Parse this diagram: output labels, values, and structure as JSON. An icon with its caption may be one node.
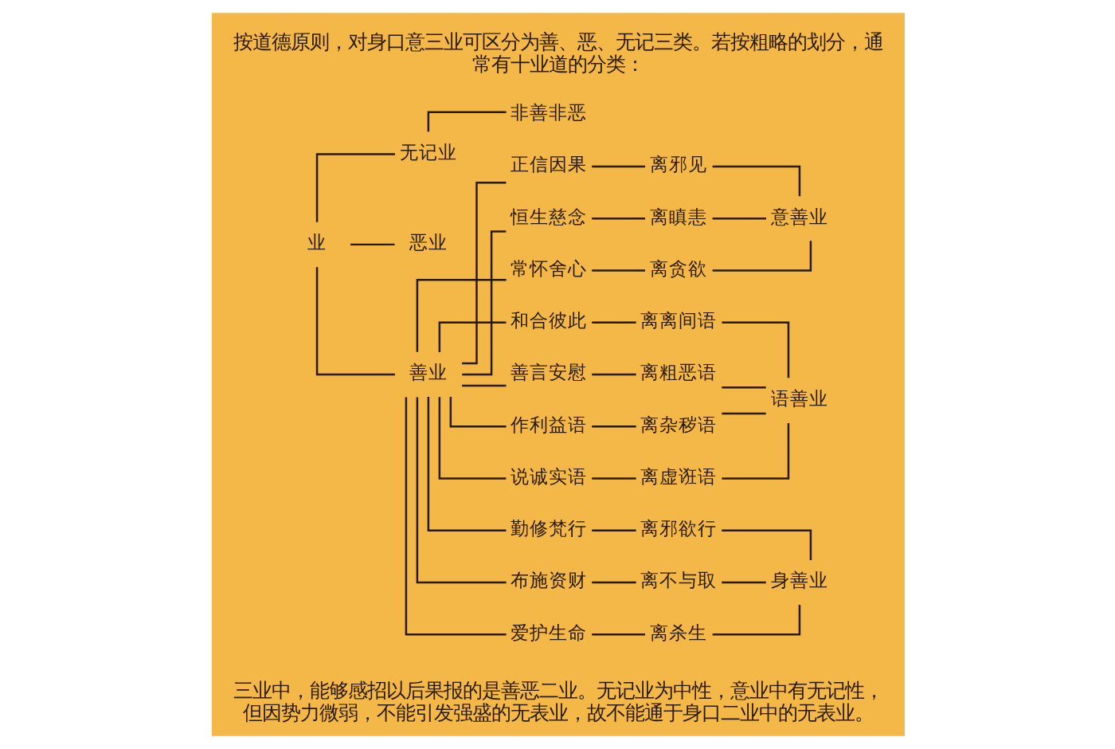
{
  "diagram": {
    "title": "按道德原则，对身口意三业可区分为善、恶、无记三类。若按粗略的划分，通常有十业道的分类：",
    "caption": "三业中，能够感招以后果报的是善恶二业。无记业为中性，意业中有无记性，但因势力微弱，不能引发强盛的无表业，故不能通于身口二业中的无表业。",
    "nodes": [
      {
        "text": [
          "业"
        ]
      },
      {
        "text": [
          "善业"
        ]
      },
      {
        "text": [
          "恶业"
        ]
      },
      {
        "text": [
          "无记业"
        ]
      },
      {
        "text": [
          "非善非恶"
        ]
      },
      {
        "text": [
          "爱护生命"
        ]
      },
      {
        "text": [
          "布施资财"
        ]
      },
      {
        "text": [
          "勤修梵行"
        ]
      },
      {
        "text": [
          "说诚实语"
        ]
      },
      {
        "text": [
          "作利益语"
        ]
      },
      {
        "text": [
          "善言安慰"
        ]
      },
      {
        "text": [
          "和合彼此"
        ]
      },
      {
        "text": [
          "常怀舍心"
        ]
      },
      {
        "text": [
          "恒生慈念"
        ]
      },
      {
        "text": [
          "正信因果"
        ]
      },
      {
        "text": [
          "离杀生"
        ]
      },
      {
        "text": [
          "离不与取"
        ]
      },
      {
        "text": [
          "离邪欲行"
        ]
      },
      {
        "text": [
          "离虚诳语"
        ]
      },
      {
        "text": [
          "离杂秽语"
        ]
      },
      {
        "text": [
          "离粗恶语"
        ]
      },
      {
        "text": [
          "离离间语"
        ]
      },
      {
        "text": [
          "离贪欲"
        ]
      },
      {
        "text": [
          "离瞋恚"
        ]
      },
      {
        "text": [
          "离邪见"
        ]
      },
      {
        "text": [
          "身善业"
        ]
      },
      {
        "text": [
          "语善业"
        ]
      },
      {
        "text": [
          "意善业"
        ]
      }
    ],
    "edges": [
      {
        "from": 0,
        "to": 1,
        "arrow": "none"
      },
      {
        "from": 0,
        "to": 2,
        "arrow": "none"
      },
      {
        "from": 0,
        "to": 3,
        "arrow": "none"
      },
      {
        "from": 3,
        "to": 4,
        "arrow": "none"
      },
      {
        "from": 1,
        "to": 5,
        "arrow": "none"
      },
      {
        "from": 1,
        "to": 6,
        "arrow": "none"
      },
      {
        "from": 1,
        "to": 7,
        "arrow": "none"
      },
      {
        "from": 1,
        "to": 8,
        "arrow": "none"
      },
      {
        "from": 1,
        "to": 9,
        "arrow": "none"
      },
      {
        "from": 1,
        "to": 10,
        "arrow": "none"
      },
      {
        "from": 1,
        "to": 11,
        "arrow": "none"
      },
      {
        "from": 1,
        "to": 12,
        "arrow": "none"
      },
      {
        "from": 1,
        "to": 13,
        "arrow": "none"
      },
      {
        "from": 1,
        "to": 14,
        "arrow": "none"
      },
      {
        "from": 5,
        "to": 15,
        "arrow": "none"
      },
      {
        "from": 6,
        "to": 16,
        "arrow": "none"
      },
      {
        "from": 7,
        "to": 17,
        "arrow": "none"
      },
      {
        "from": 8,
        "to": 18,
        "arrow": "none"
      },
      {
        "from": 9,
        "to": 19,
        "arrow": "none"
      },
      {
        "from": 10,
        "to": 20,
        "arrow": "none"
      },
      {
        "from": 11,
        "to": 21,
        "arrow": "none"
      },
      {
        "from": 12,
        "to": 22,
        "arrow": "none"
      },
      {
        "from": 13,
        "to": 23,
        "arrow": "none"
      },
      {
        "from": 14,
        "to": 24,
        "arrow": "none"
      },
      {
        "from": 15,
        "to": 25,
        "arrow": "none"
      },
      {
        "from": 16,
        "to": 25,
        "arrow": "none"
      },
      {
        "from": 17,
        "to": 25,
        "arrow": "none"
      },
      {
        "from": 18,
        "to": 26,
        "arrow": "none"
      },
      {
        "from": 19,
        "to": 26,
        "arrow": "none"
      },
      {
        "from": 20,
        "to": 26,
        "arrow": "none"
      },
      {
        "from": 21,
        "to": 26,
        "arrow": "none"
      },
      {
        "from": 22,
        "to": 27,
        "arrow": "none"
      },
      {
        "from": 23,
        "to": 27,
        "arrow": "none"
      },
      {
        "from": 24,
        "to": 27,
        "arrow": "none"
      }
    ]
  }
}
